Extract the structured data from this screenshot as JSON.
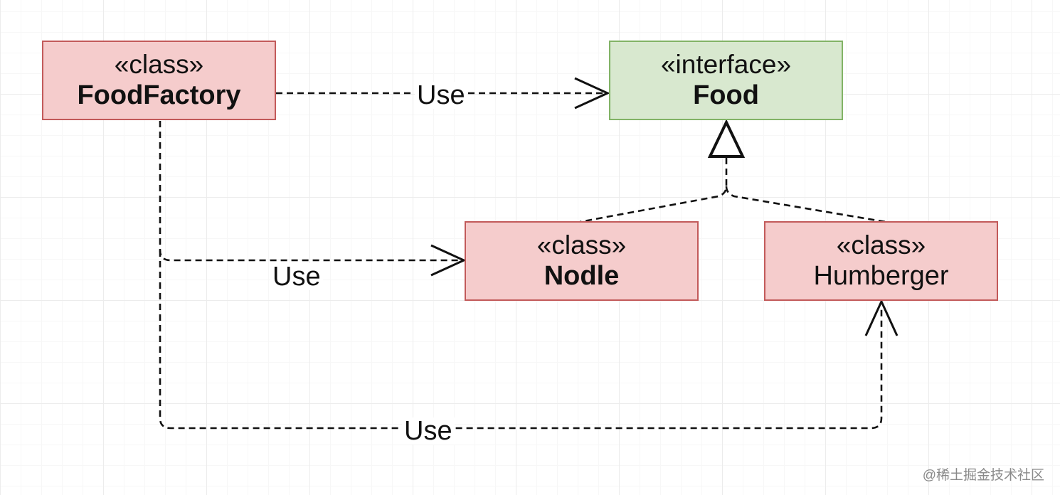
{
  "classes": {
    "food_factory": {
      "stereotype": "«class»",
      "name": "FoodFactory"
    },
    "food": {
      "stereotype": "«interface»",
      "name": "Food"
    },
    "nodle": {
      "stereotype": "«class»",
      "name": "Nodle"
    },
    "humberger": {
      "stereotype": "«class»",
      "name": "Humberger"
    }
  },
  "relations": {
    "factory_to_food": "Use",
    "factory_to_nodle": "Use",
    "factory_to_humberger": "Use"
  },
  "watermark": "@稀土掘金技术社区",
  "colors": {
    "class_fill": "#f5cccc",
    "class_border": "#c25a5a",
    "interface_fill": "#d8e8cf",
    "interface_border": "#82b366",
    "line": "#111111"
  }
}
